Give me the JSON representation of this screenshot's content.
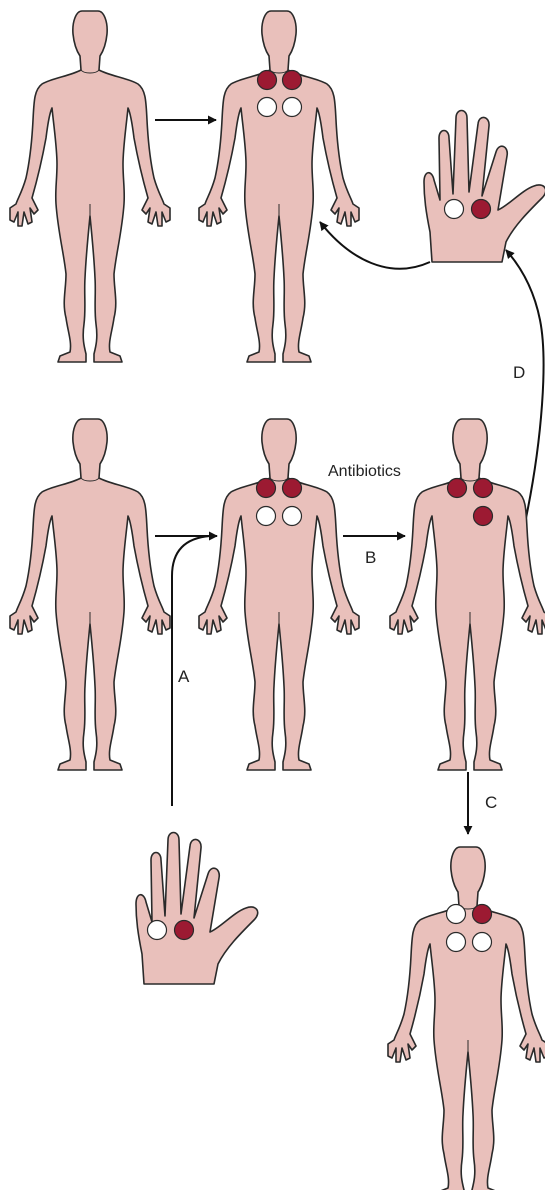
{
  "labels": {
    "antibiotics": "Antibiotics",
    "a": "A",
    "b": "B",
    "c": "C",
    "d": "D"
  },
  "colors": {
    "skin": "#e9c0bb",
    "outline": "#2a2a2a",
    "marker_filled": "#9c1a32",
    "marker_empty": "#ffffff",
    "arrow": "#111111"
  }
}
